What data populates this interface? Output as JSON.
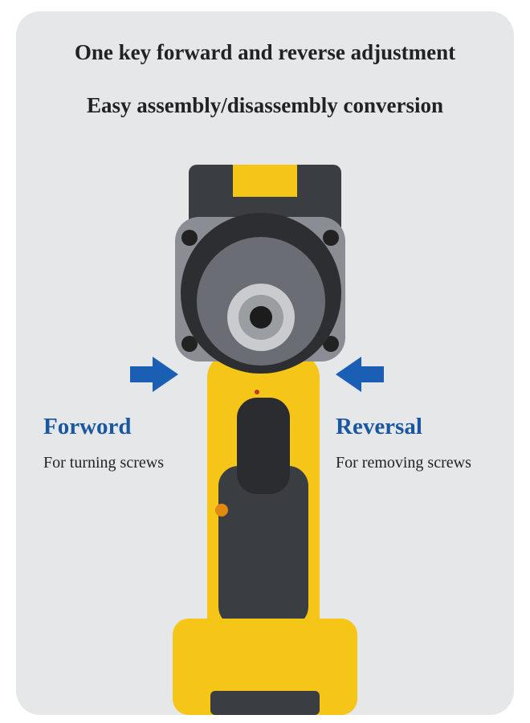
{
  "headline": "One key forward and reverse adjustment",
  "subheadline": "Easy assembly/disassembly conversion",
  "left": {
    "label": "Forword",
    "description": "For turning screws",
    "arrow_icon": "arrow-right-icon"
  },
  "right": {
    "label": "Reversal",
    "description": "For removing screws",
    "arrow_icon": "arrow-left-icon"
  },
  "colors": {
    "accent": "#1a57a0",
    "tool_yellow": "#f5c518",
    "tool_dark": "#3a3d42",
    "background": "#e6e7e9"
  }
}
